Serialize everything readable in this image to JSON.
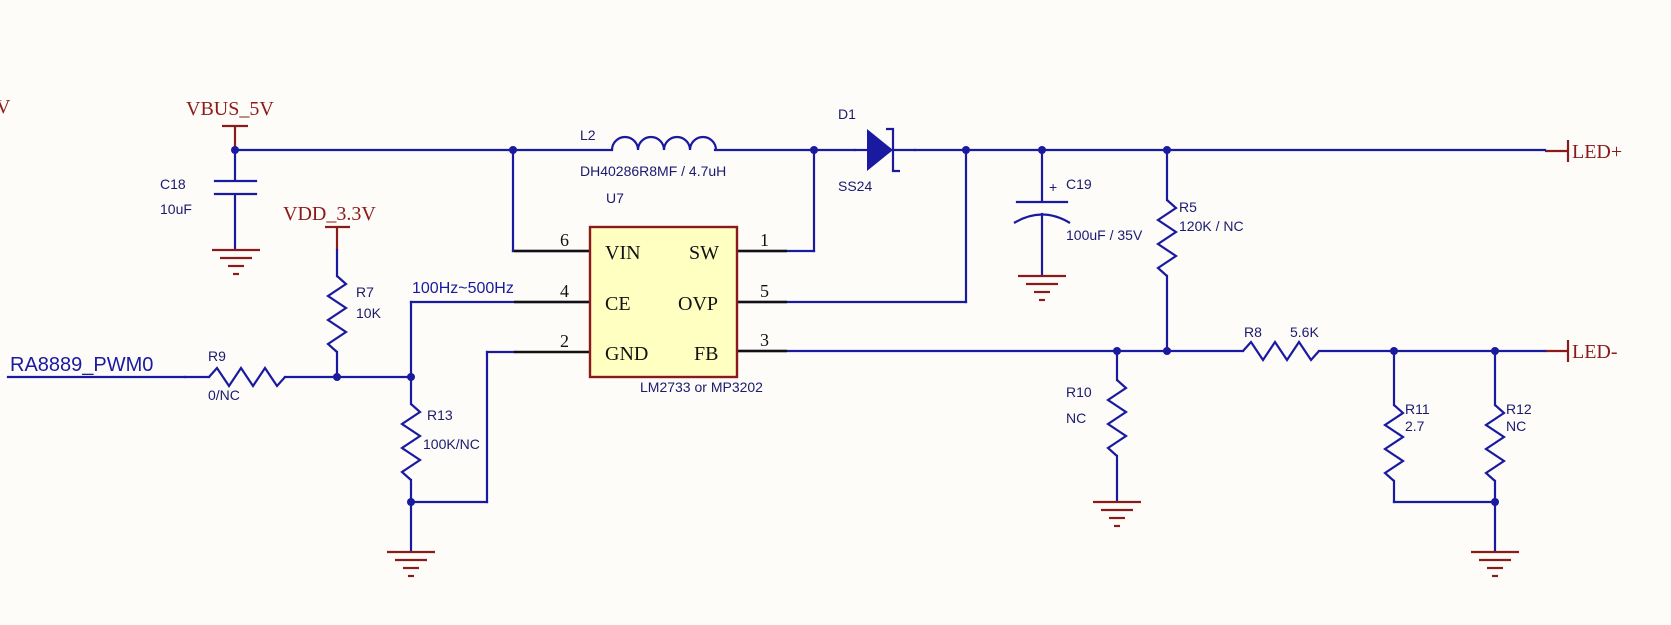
{
  "power": {
    "left_cut": "V",
    "vbus": "VBUS_5V",
    "vdd": "VDD_3.3V",
    "led_plus": "LED+",
    "led_minus": "LED-"
  },
  "net_labels": {
    "pwm": "RA8889_PWM0",
    "freq": "100Hz~500Hz"
  },
  "components": {
    "C18": {
      "ref": "C18",
      "value": "10uF"
    },
    "L2": {
      "ref": "L2",
      "value": "DH40286R8MF / 4.7uH"
    },
    "D1": {
      "ref": "D1",
      "value": "SS24"
    },
    "C19": {
      "ref": "C19",
      "value": "100uF / 35V",
      "polarity": "+"
    },
    "R5": {
      "ref": "R5",
      "value": "120K / NC"
    },
    "R7": {
      "ref": "R7",
      "value": "10K"
    },
    "R9": {
      "ref": "R9",
      "value": "0/NC"
    },
    "R13": {
      "ref": "R13",
      "value": "100K/NC"
    },
    "R10": {
      "ref": "R10",
      "value": "NC"
    },
    "R8": {
      "ref": "R8",
      "value": "5.6K"
    },
    "R11": {
      "ref": "R11",
      "value": "2.7"
    },
    "R12": {
      "ref": "R12",
      "value": "NC"
    }
  },
  "ic": {
    "ref": "U7",
    "part": "LM2733 or MP3202",
    "pins": [
      {
        "num": "6",
        "name": "VIN"
      },
      {
        "num": "4",
        "name": "CE"
      },
      {
        "num": "2",
        "name": "GND"
      },
      {
        "num": "1",
        "name": "SW"
      },
      {
        "num": "5",
        "name": "OVP"
      },
      {
        "num": "3",
        "name": "FB"
      }
    ]
  },
  "colors": {
    "wire": "#1a1aa0",
    "power": "#8b1a1a",
    "ic_fill": "#ffffc2",
    "background": "#fdfcf8"
  }
}
